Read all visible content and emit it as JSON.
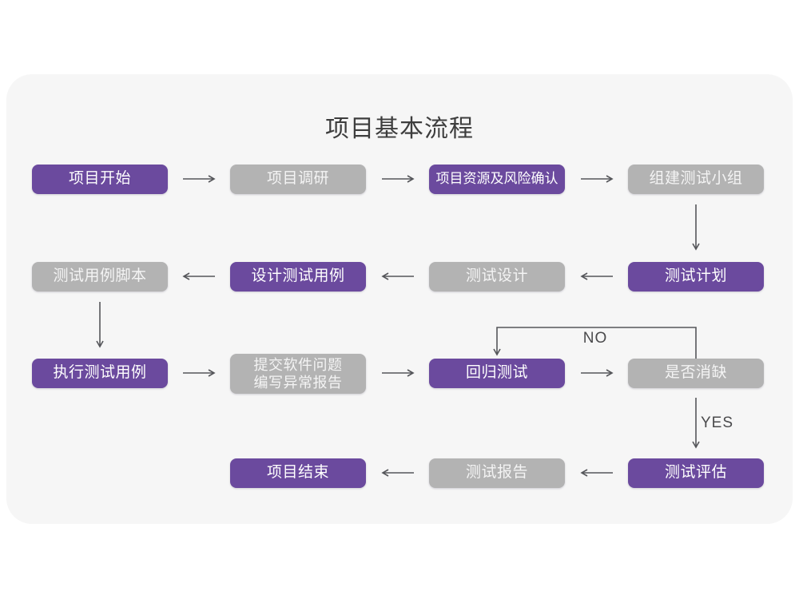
{
  "title": "项目基本流程",
  "edge_labels": {
    "no": "NO",
    "yes": "YES"
  },
  "colors": {
    "purple": "#6b4a9e",
    "gray": "#b3b3b3",
    "card_bg": "#f6f6f6",
    "arrow": "#55565a",
    "title_text": "#3d3d3d",
    "text_on_node": "#ffffff",
    "edge_label_text": "#4a4a4c"
  },
  "nodes": [
    {
      "label": "项目开始",
      "variant": "purple"
    },
    {
      "label": "项目调研",
      "variant": "gray"
    },
    {
      "label": "项目资源及风险确认",
      "variant": "purple"
    },
    {
      "label": "组建测试小组",
      "variant": "gray"
    },
    {
      "label": "测试计划",
      "variant": "purple"
    },
    {
      "label": "测试设计",
      "variant": "gray"
    },
    {
      "label": "设计测试用例",
      "variant": "purple"
    },
    {
      "label": "测试用例脚本",
      "variant": "gray"
    },
    {
      "label": "执行测试用例",
      "variant": "purple"
    },
    {
      "label": "提交软件问题\n编写异常报告",
      "variant": "gray"
    },
    {
      "label": "回归测试",
      "variant": "purple"
    },
    {
      "label": "是否消缺",
      "variant": "gray"
    },
    {
      "label": "测试评估",
      "variant": "purple"
    },
    {
      "label": "测试报告",
      "variant": "gray"
    },
    {
      "label": "项目结束",
      "variant": "purple"
    }
  ]
}
